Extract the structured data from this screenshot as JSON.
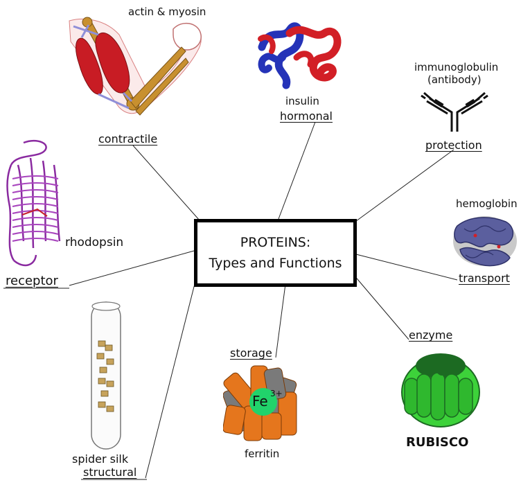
{
  "center": {
    "line1": "PROTEINS:",
    "line2": "Types and Functions"
  },
  "categories": {
    "contractile": "contractile",
    "hormonal": "hormonal",
    "protection": "protection",
    "receptor": "receptor",
    "transport": "transport",
    "storage": "storage",
    "enzyme": "enzyme",
    "structural": "structural"
  },
  "examples": {
    "contractile": "actin & myosin",
    "hormonal": "insulin",
    "protection_line1": "immunoglobulin",
    "protection_line2": "(antibody)",
    "receptor": "rhodopsin",
    "transport": "hemoglobin",
    "storage": "ferritin",
    "enzyme": "RUBISCO",
    "structural": "spider silk"
  },
  "ferritin_ion": {
    "symbol": "Fe",
    "charge": "3+"
  },
  "colors": {
    "muscle": "#c81c24",
    "bone": "#c8902f",
    "insulin_blue": "#2533b8",
    "insulin_red": "#d21f26",
    "rhodopsin": "#8a2aa0",
    "hemoglobin": "#5b5f9e",
    "ferritin_orange": "#e5761d",
    "ferritin_gray": "#7a7a7a",
    "ferritin_ion": "#21d36b",
    "rubisco_light": "#3dd23a",
    "rubisco_dark": "#1c6a22"
  },
  "icons": [
    "arm-muscle-icon",
    "insulin-ribbon-icon",
    "antibody-icon",
    "rhodopsin-helix-icon",
    "hemoglobin-icon",
    "silk-fiber-icon",
    "ferritin-icon",
    "rubisco-icon"
  ]
}
